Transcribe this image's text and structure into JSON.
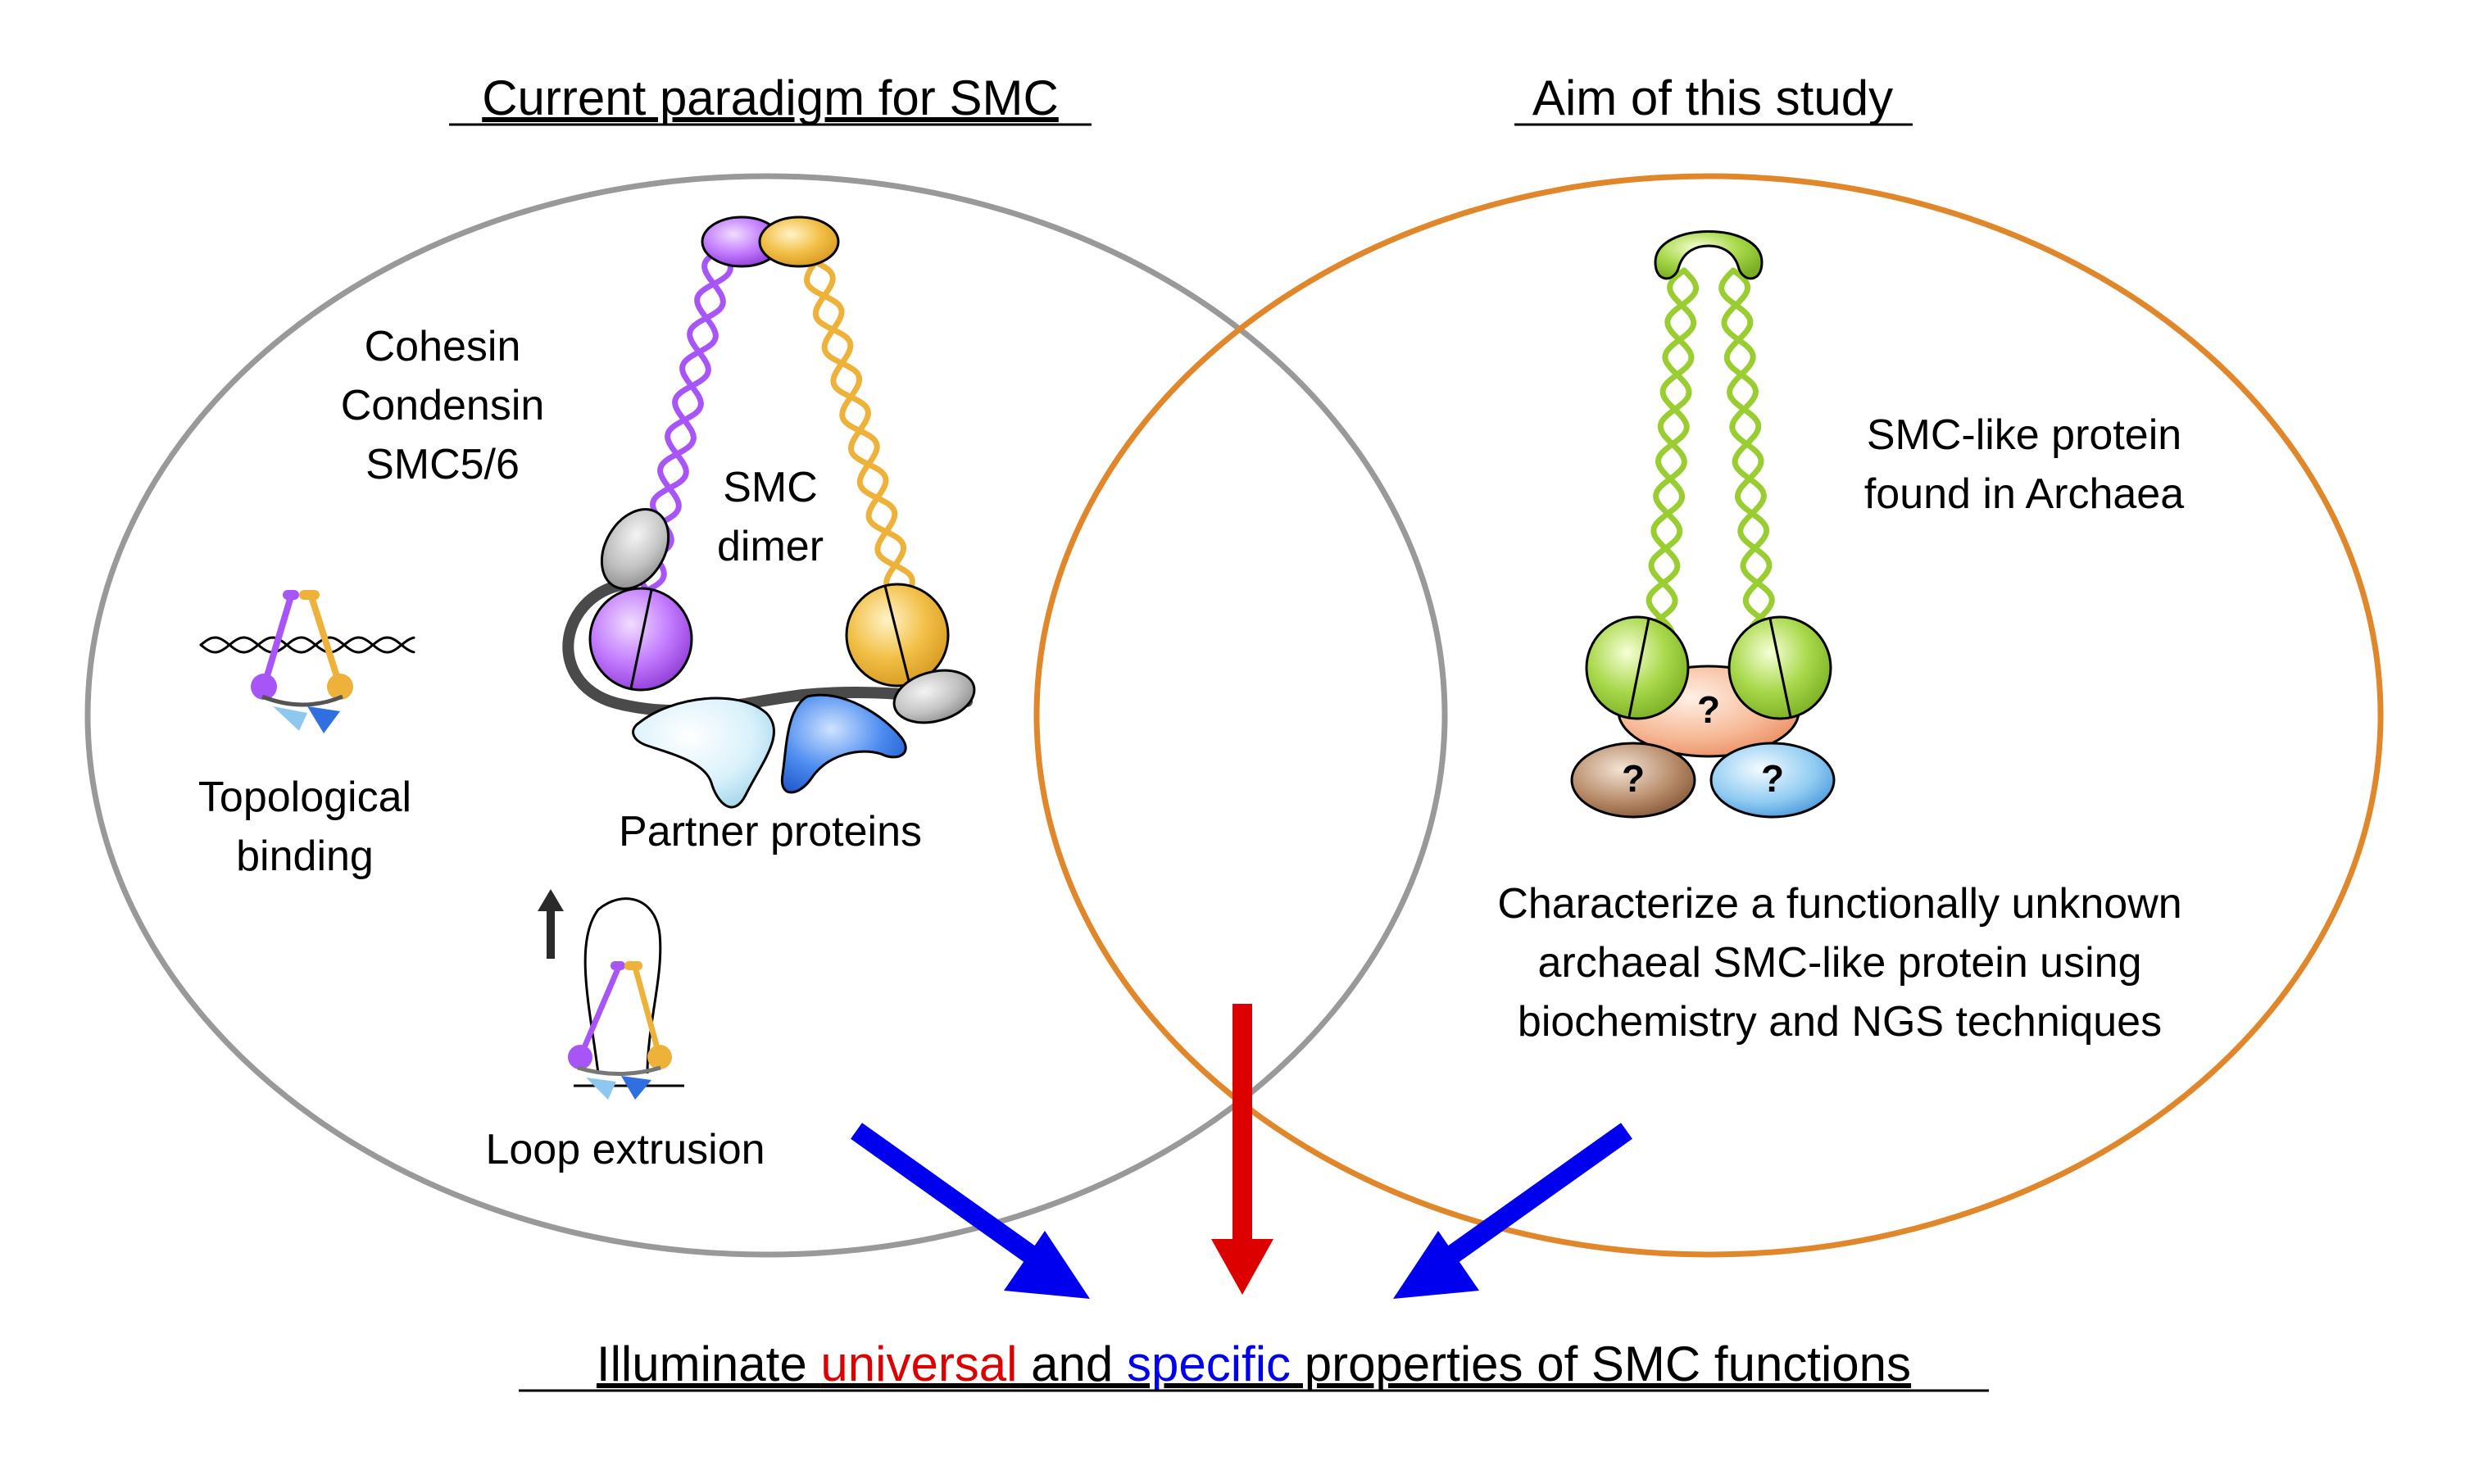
{
  "left_panel": {
    "heading": "Current paradigm for SMC",
    "complex_names": [
      "Cohesin",
      "Condensin",
      "SMC5/6"
    ],
    "dimer_label": [
      "SMC",
      "dimer"
    ],
    "partner_label": "Partner proteins",
    "topological_label": [
      "Topological",
      "binding"
    ],
    "loop_label": "Loop extrusion"
  },
  "right_panel": {
    "heading": "Aim of this study",
    "protein_label": [
      "SMC-like protein",
      "found in Archaea"
    ],
    "unknown_mark": "?",
    "aim_text": [
      "Characterize a functionally unknown",
      "archaeal SMC-like protein using",
      "biochemistry and NGS techniques"
    ]
  },
  "conclusion": {
    "prefix": "Illuminate ",
    "universal": "universal",
    "middle": " and ",
    "specific": "specific",
    "suffix": " properties of SMC functions"
  },
  "colors": {
    "left_circle": "#999999",
    "right_circle": "#e0872b",
    "smc_purple": "#a855f7",
    "smc_orange": "#eeb13a",
    "archaeal_green": "#9acd32",
    "universal_red": "#dd0000",
    "specific_blue": "#0000ee",
    "arrow_blue": "#0000ee",
    "arrow_red": "#dd0000"
  }
}
